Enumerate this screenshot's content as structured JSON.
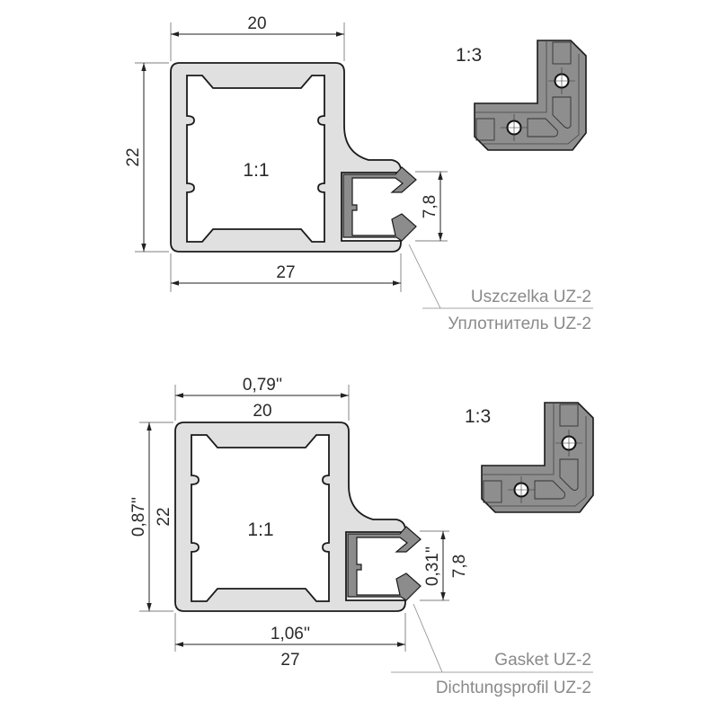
{
  "top": {
    "dim_width": "20",
    "dim_height": "22",
    "dim_total_width": "27",
    "dim_gasket": "7,8",
    "scale_profile": "1:1",
    "scale_corner": "1:3",
    "label_1": "Uszczelka UZ-2",
    "label_2": "Уплотнитель UZ-2"
  },
  "bottom": {
    "dim_width_in": "0,79''",
    "dim_width": "20",
    "dim_height_in": "0,87''",
    "dim_height": "22",
    "dim_total_width_in": "1,06''",
    "dim_total_width": "27",
    "dim_gasket_in": "0,31''",
    "dim_gasket": "7,8",
    "scale_profile": "1:1",
    "scale_corner": "1:3",
    "label_1": "Gasket UZ-2",
    "label_2": "Dichtungsprofil UZ-2"
  },
  "colors": {
    "profile_fill": "#e0e0e0",
    "gasket_fill": "#8c8c8c",
    "corner_fill": "#8e8e8e",
    "outline": "#1a1a1a",
    "label_text": "#8a8a8a"
  }
}
